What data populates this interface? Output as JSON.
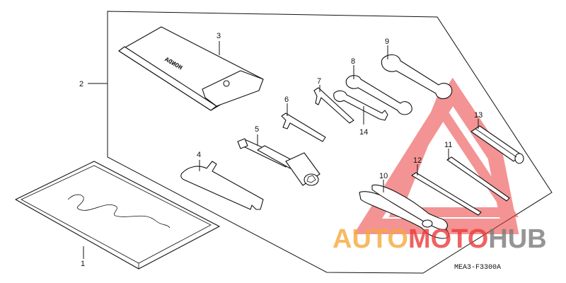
{
  "callouts": [
    {
      "id": "1",
      "text": "1"
    },
    {
      "id": "2",
      "text": "2"
    },
    {
      "id": "3",
      "text": "3"
    },
    {
      "id": "4",
      "text": "4"
    },
    {
      "id": "5",
      "text": "5"
    },
    {
      "id": "6",
      "text": "6"
    },
    {
      "id": "7",
      "text": "7"
    },
    {
      "id": "8",
      "text": "8"
    },
    {
      "id": "9",
      "text": "9"
    },
    {
      "id": "10",
      "text": "10"
    },
    {
      "id": "11",
      "text": "11"
    },
    {
      "id": "12",
      "text": "12"
    },
    {
      "id": "13",
      "text": "13"
    },
    {
      "id": "14",
      "text": "14"
    }
  ],
  "pouch_logo": "HONDA",
  "diagram_code": "MEA3-F3300A",
  "watermark": {
    "part1": "AUTO",
    "part2": "MOTO",
    "part3": "HUB",
    "color_orange": "#f6a93b",
    "color_red": "#ec3b3b",
    "color_gray": "#7b7b7b"
  }
}
